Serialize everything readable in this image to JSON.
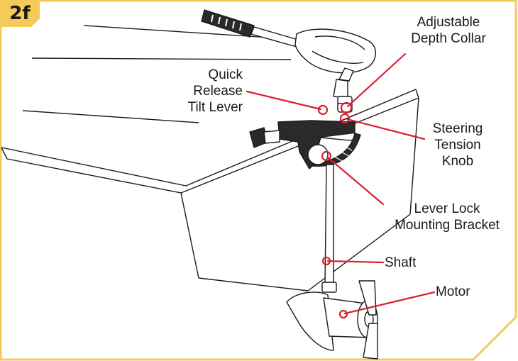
{
  "step_badge": "2f",
  "colors": {
    "frame": "#f5c95a",
    "callout_line": "#d8202f",
    "outline": "#1a1a1a"
  },
  "callouts": {
    "depth_collar": [
      "Adjustable",
      "Depth Collar"
    ],
    "tilt_lever": [
      "Quick",
      "Release",
      "Tilt Lever"
    ],
    "steering_knob": [
      "Steering",
      "Tension",
      "Knob"
    ],
    "mounting_bracket": [
      "Lever Lock",
      "Mounting Bracket"
    ],
    "shaft": [
      "Shaft"
    ],
    "motor": [
      "Motor"
    ]
  }
}
